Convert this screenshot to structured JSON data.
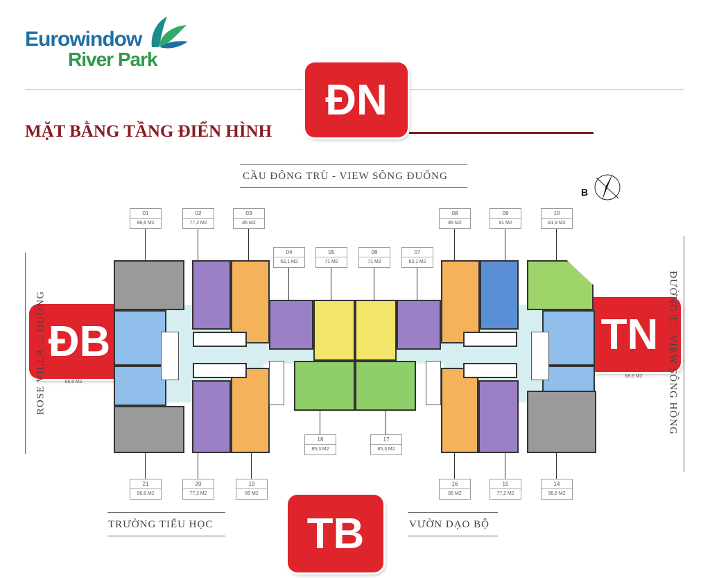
{
  "logo": {
    "line1": "Eurowindow",
    "line2": "River Park"
  },
  "title": "MẶT BẰNG TẦNG ĐIỂN HÌNH",
  "directions": {
    "top": "ĐN",
    "left": "ĐB",
    "right": "TN",
    "bottom": "TB"
  },
  "compass_letter": "B",
  "surroundings": {
    "north": "CẦU ĐÔNG TRÙ - VIEW SÔNG ĐUỐNG",
    "west": "ROSE VILLA ... ĐUỐNG",
    "east": "ĐƯỜNG T... VIEW SÔNG HỒNG",
    "south_left": "TRƯỜNG TIỂU HỌC",
    "south_right": "VƯỜN DẠO BỘ"
  },
  "colors": {
    "gray": "#9a9a9a",
    "purple": "#9b7fc7",
    "orange": "#f4b25a",
    "blue": "#5a8fd6",
    "lightblue": "#8fbfea",
    "yellow": "#f2e66a",
    "green": "#8fcf6a",
    "lime": "#9ed46a",
    "corridor": "#d6eef0",
    "red": "#e0242c"
  },
  "units": [
    {
      "no": "01",
      "area": "96,6 M2"
    },
    {
      "no": "02",
      "area": "77,2 M2"
    },
    {
      "no": "03",
      "area": "85 M2"
    },
    {
      "no": "04",
      "area": "63,1 M2"
    },
    {
      "no": "05",
      "area": "71 M2"
    },
    {
      "no": "06",
      "area": "71 M2"
    },
    {
      "no": "07",
      "area": "63,1 M2"
    },
    {
      "no": "08",
      "area": "85 M2"
    },
    {
      "no": "09",
      "area": "91 M2"
    },
    {
      "no": "10",
      "area": "81,9 M2"
    },
    {
      "no": "",
      "area": "68,6 M2"
    },
    {
      "no": "14",
      "area": "96,6 M2"
    },
    {
      "no": "15",
      "area": "77,2 M2"
    },
    {
      "no": "16",
      "area": "85 M2"
    },
    {
      "no": "17",
      "area": "85,3 M2"
    },
    {
      "no": "18",
      "area": "85,3 M2"
    },
    {
      "no": "19",
      "area": "85 M2"
    },
    {
      "no": "20",
      "area": "77,2 M2"
    },
    {
      "no": "21",
      "area": "96,6 M2"
    },
    {
      "no": "",
      "area": "68,6 M2"
    }
  ]
}
